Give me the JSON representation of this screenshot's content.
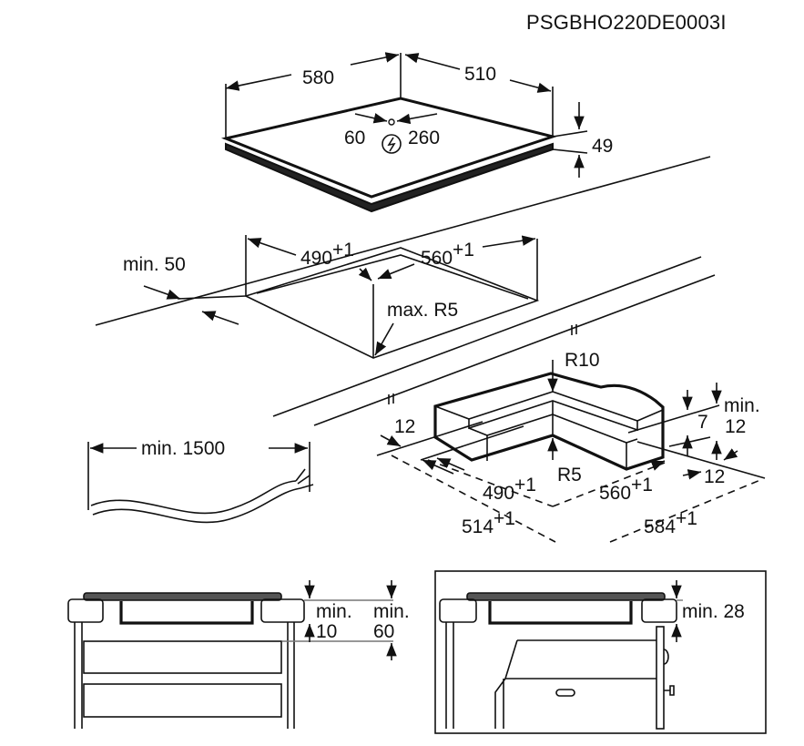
{
  "document_code": "PSGBHO220DE0003I",
  "hob": {
    "width": "580",
    "depth": "510",
    "height": "49",
    "conn_left": "60",
    "conn_right": "260",
    "power_icon": "lightning-icon"
  },
  "cutout": {
    "width": "490",
    "width_tol": "+1",
    "depth": "560",
    "depth_tol": "+1",
    "edge_min": "min. 50",
    "radius": "max. R5"
  },
  "cable": {
    "length": "min. 1500"
  },
  "corner": {
    "r_outer": "R10",
    "r_inner": "R5",
    "left_gap": "12",
    "right_gap": "12",
    "step": "7",
    "min_label": "min.",
    "min_val": "12",
    "inner_w": "490",
    "inner_w_tol": "+1",
    "inner_d": "560",
    "inner_d_tol": "+1",
    "outer_w": "514",
    "outer_w_tol": "+1",
    "outer_d": "584",
    "outer_d_tol": "+1"
  },
  "section_drawers": {
    "min_label_1": "min.",
    "min_val_1": "10",
    "min_label_2": "min.",
    "min_val_2": "60"
  },
  "section_oven": {
    "min_label": "min. 28"
  }
}
